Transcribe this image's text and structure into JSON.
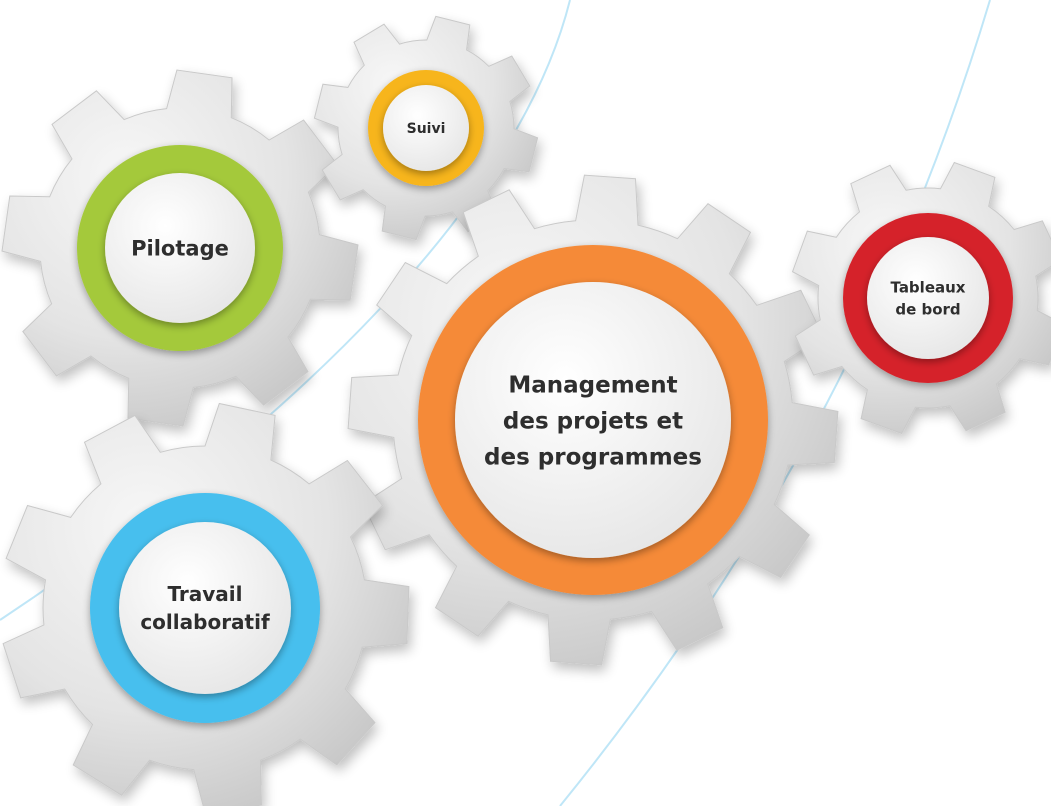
{
  "gears": [
    {
      "id": "pilotage",
      "lines": [
        "Pilotage"
      ],
      "ring_color": "#a4c93a"
    },
    {
      "id": "suivi",
      "lines": [
        "Suivi"
      ],
      "ring_color": "#f7b51c"
    },
    {
      "id": "management",
      "lines": [
        "Management",
        "des projets et",
        "des programmes"
      ],
      "ring_color": "#f58a37"
    },
    {
      "id": "tableaux",
      "lines": [
        "Tableaux",
        "de bord"
      ],
      "ring_color": "#d5222a"
    },
    {
      "id": "travail",
      "lines": [
        "Travail",
        "collaboratif"
      ],
      "ring_color": "#47bfee"
    }
  ],
  "gear_body_color": "#e8e8e8",
  "gear_shade_color": "#c9c9c9",
  "hub_color": "#f4f4f4",
  "curve_color": "#bfe6f7"
}
